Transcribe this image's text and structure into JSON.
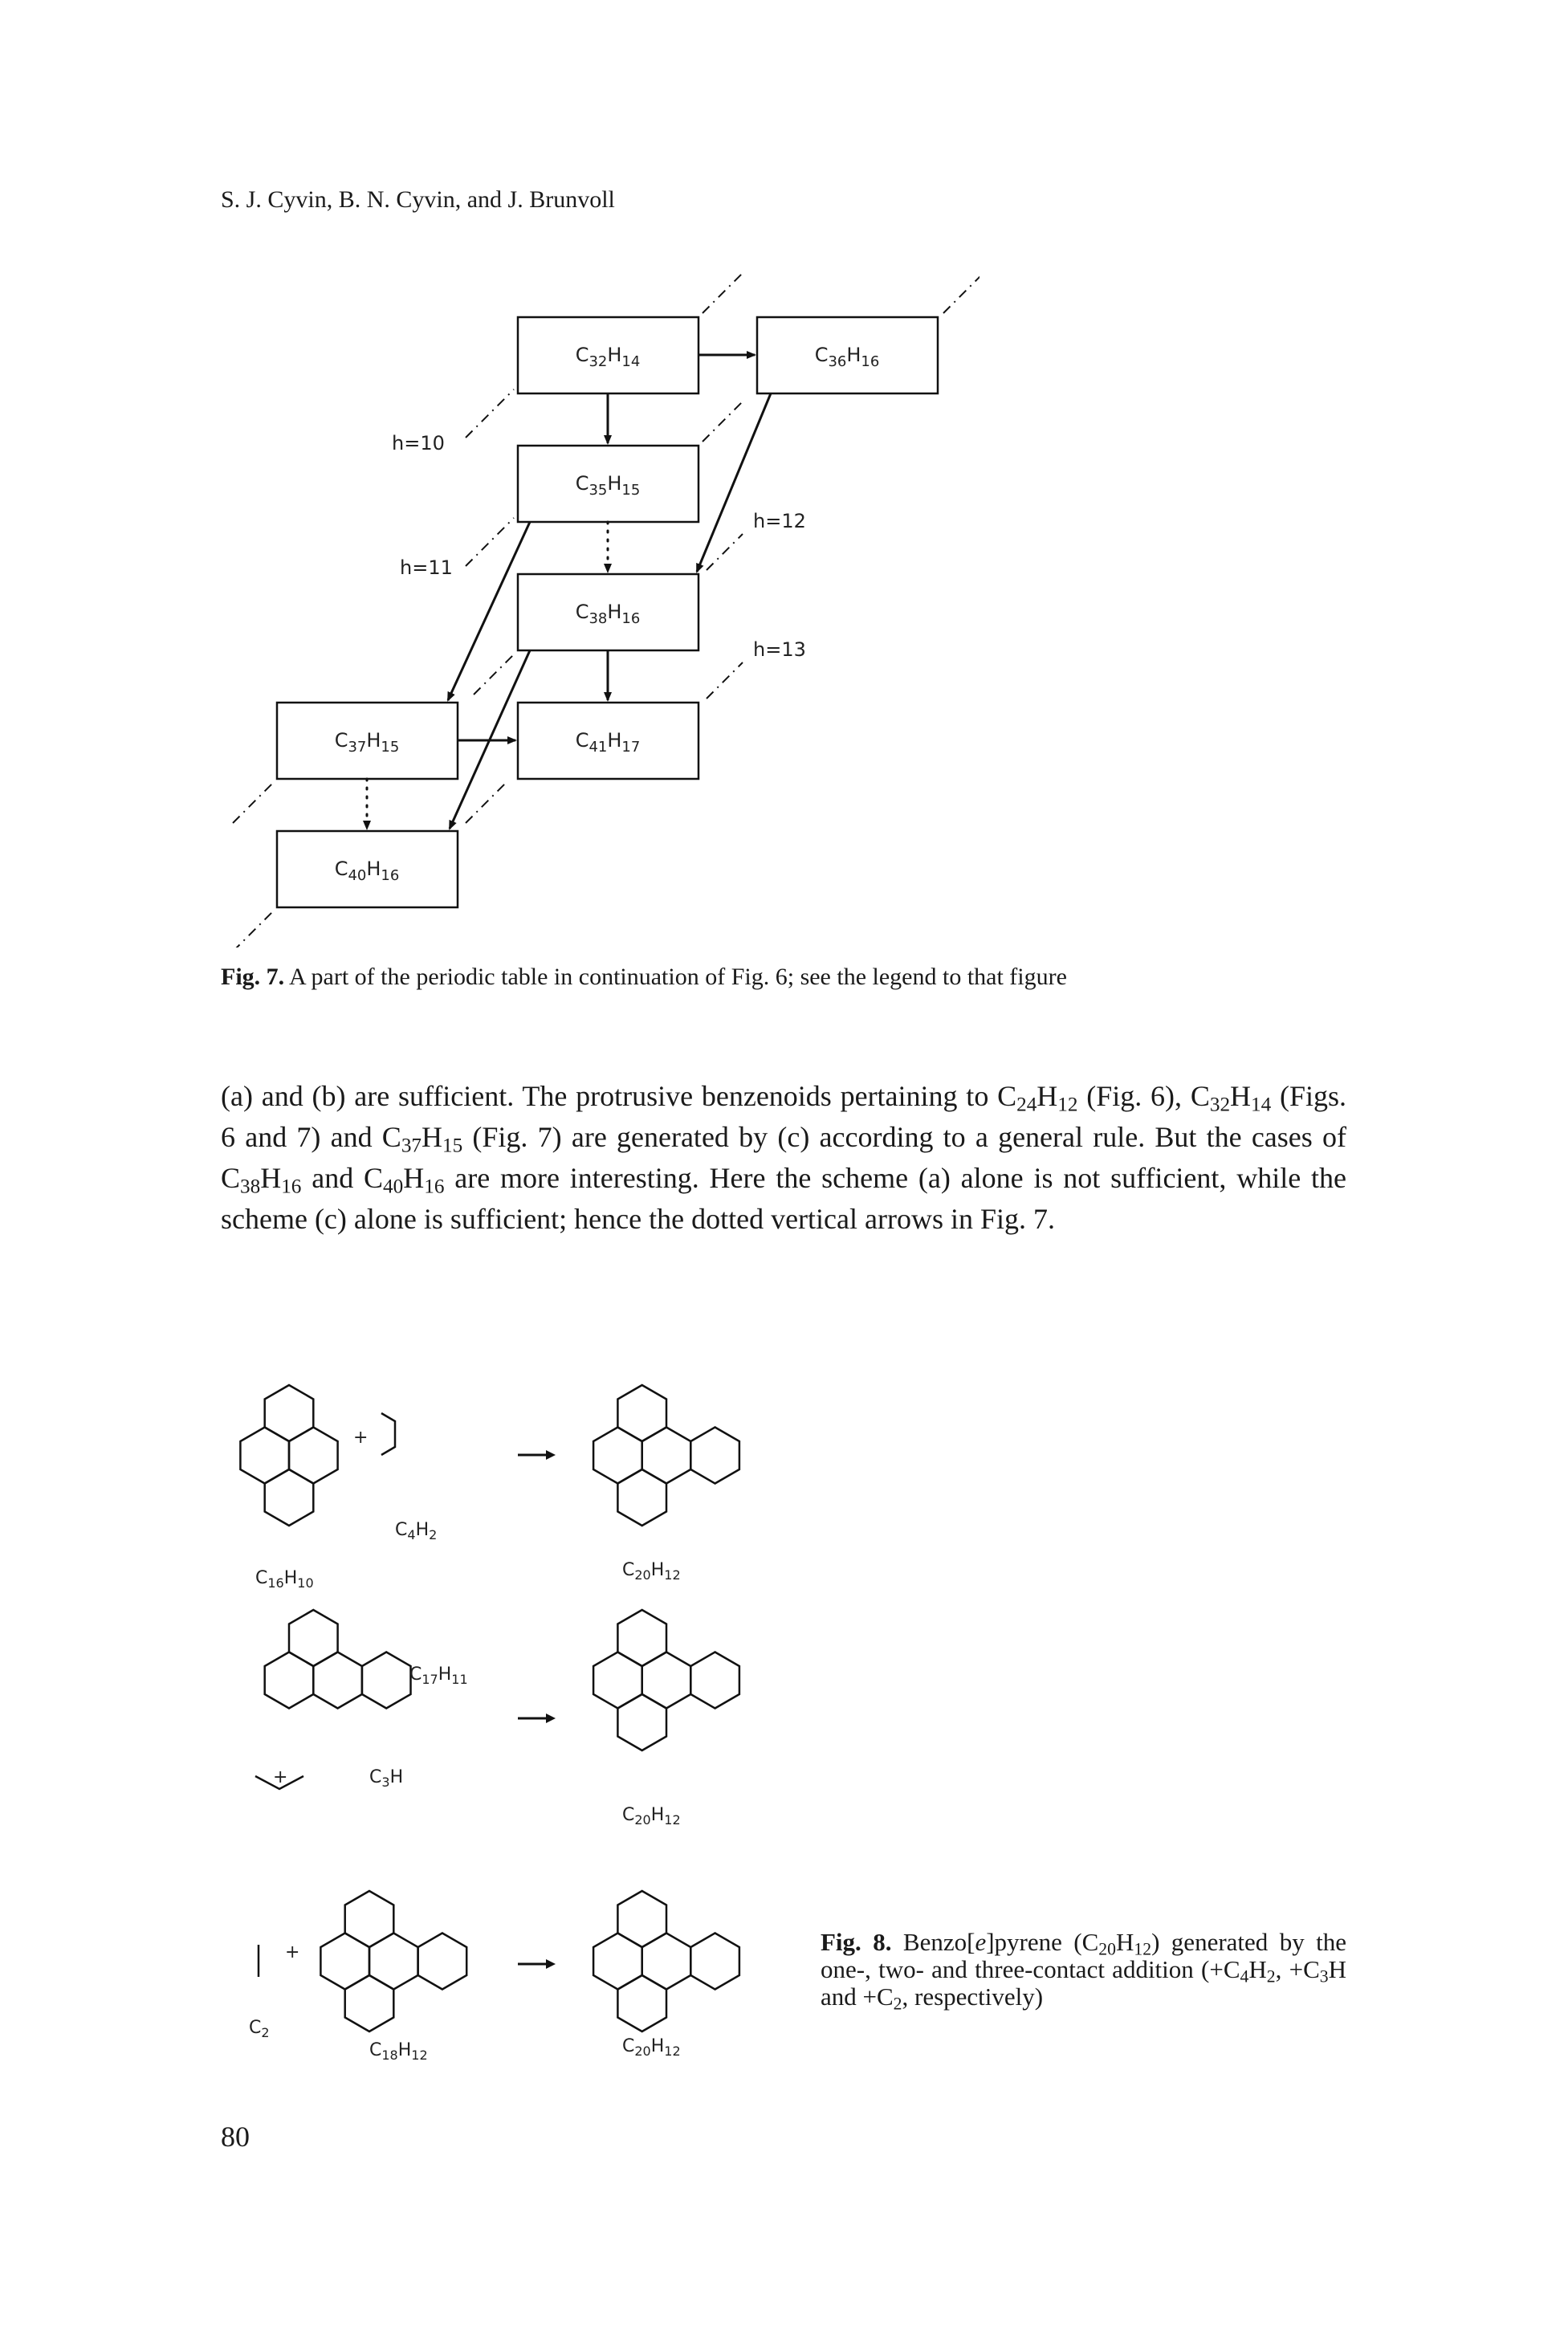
{
  "header": {
    "authors": "S. J. Cyvin, B. N. Cyvin, and J. Brunvoll"
  },
  "fig7": {
    "boxes": [
      {
        "id": "c32h14",
        "c": "32",
        "h": "14"
      },
      {
        "id": "c36h16",
        "c": "36",
        "h": "16"
      },
      {
        "id": "c35h15",
        "c": "35",
        "h": "15"
      },
      {
        "id": "c38h16",
        "c": "38",
        "h": "16"
      },
      {
        "id": "c37h15",
        "c": "37",
        "h": "15"
      },
      {
        "id": "c41h17",
        "c": "41",
        "h": "17"
      },
      {
        "id": "c40h16",
        "c": "40",
        "h": "16"
      }
    ],
    "h_labels": [
      "h=10",
      "h=11",
      "h=12",
      "h=13"
    ],
    "caption_label": "Fig. 7.",
    "caption_text": "A part of the periodic table in continuation of Fig. 6; see the legend to that figure"
  },
  "body": {
    "s1": "(a) and (b) are sufficient. The protrusive benzenoids pertaining to C",
    "s1_sub1": "24",
    "s1_h": "H",
    "s1_sub2": "12",
    "s1_end": " (Fig. 6),",
    "s2_c": "C",
    "s2_sub1": "32",
    "s2_h": "H",
    "s2_sub2": "14",
    "s2_mid": " (Figs. 6 and 7) and C",
    "s2_sub3": "37",
    "s2_h2": "H",
    "s2_sub4": "15",
    "s2_end": " (Fig. 7) are generated by (c) according to a general rule. But the cases of C",
    "s3_sub1": "38",
    "s3_h": "H",
    "s3_sub2": "16",
    "s3_mid": " and C",
    "s3_sub3": "40",
    "s3_h2": "H",
    "s3_sub4": "16",
    "s3_end": " are more interesting. Here the scheme (a) alone is not sufficient, while the scheme (c) alone is sufficient; hence the dotted vertical arrows in Fig. 7."
  },
  "fig8": {
    "plus": "+",
    "labels": [
      {
        "c": "16",
        "h": "10"
      },
      {
        "c": "4",
        "h": "2"
      },
      {
        "c": "20",
        "h": "12"
      },
      {
        "c": "17",
        "h": "11"
      },
      {
        "c": "3",
        "h": ""
      },
      {
        "c": "20",
        "h": "12"
      },
      {
        "c": "2",
        "h": ""
      },
      {
        "c": "18",
        "h": "12"
      },
      {
        "c": "20",
        "h": "12"
      }
    ],
    "caption_label": "Fig. 8.",
    "caption_a": " Benzo[",
    "caption_e": "e",
    "caption_b": "]pyrene (C",
    "caption_sub1": "20",
    "caption_h": "H",
    "caption_sub2": "12",
    "caption_c": ") generated by the one-, two- and three-contact addition (+C",
    "caption_sub3": "4",
    "caption_h2": "H",
    "caption_sub4": "2",
    "caption_d": ", +C",
    "caption_sub5": "3",
    "caption_h3": "H and +C",
    "caption_sub6": "2",
    "caption_f": ", respectively)"
  },
  "page_number": "80"
}
